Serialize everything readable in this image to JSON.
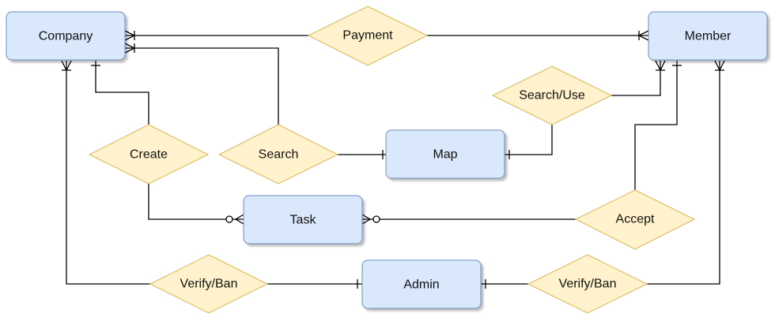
{
  "diagram": {
    "entities": {
      "company": "Company",
      "member": "Member",
      "map": "Map",
      "task": "Task",
      "admin": "Admin"
    },
    "relationships": {
      "payment": "Payment",
      "search_use": "Search/Use",
      "create": "Create",
      "search": "Search",
      "accept": "Accept",
      "verify_ban_left": "Verify/Ban",
      "verify_ban_right": "Verify/Ban"
    },
    "colors": {
      "entity_fill": "#dae8fc",
      "entity_stroke": "#6c8ebf",
      "relationship_fill": "#fff2cc",
      "relationship_stroke": "#d6b656",
      "line": "#000000"
    }
  }
}
